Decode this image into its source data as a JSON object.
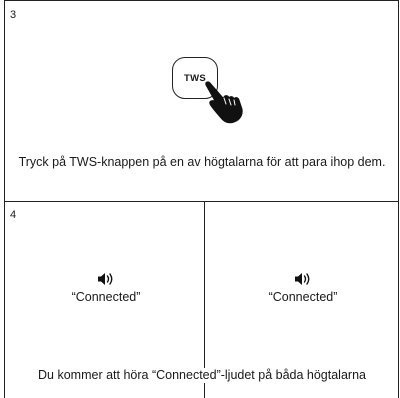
{
  "step3": {
    "number": "3",
    "button_label": "TWS",
    "hand_icon": "pointing-hand-icon",
    "caption": "Tryck på TWS-knappen på en av högtalarna för att para ihop dem."
  },
  "step4": {
    "number": "4",
    "left": {
      "icon": "speaker-sound-icon",
      "label": "“Connected”"
    },
    "right": {
      "icon": "speaker-sound-icon",
      "label": "“Connected”"
    },
    "caption": "Du kommer att höra “Connected”-ljudet på båda högtalarna"
  }
}
